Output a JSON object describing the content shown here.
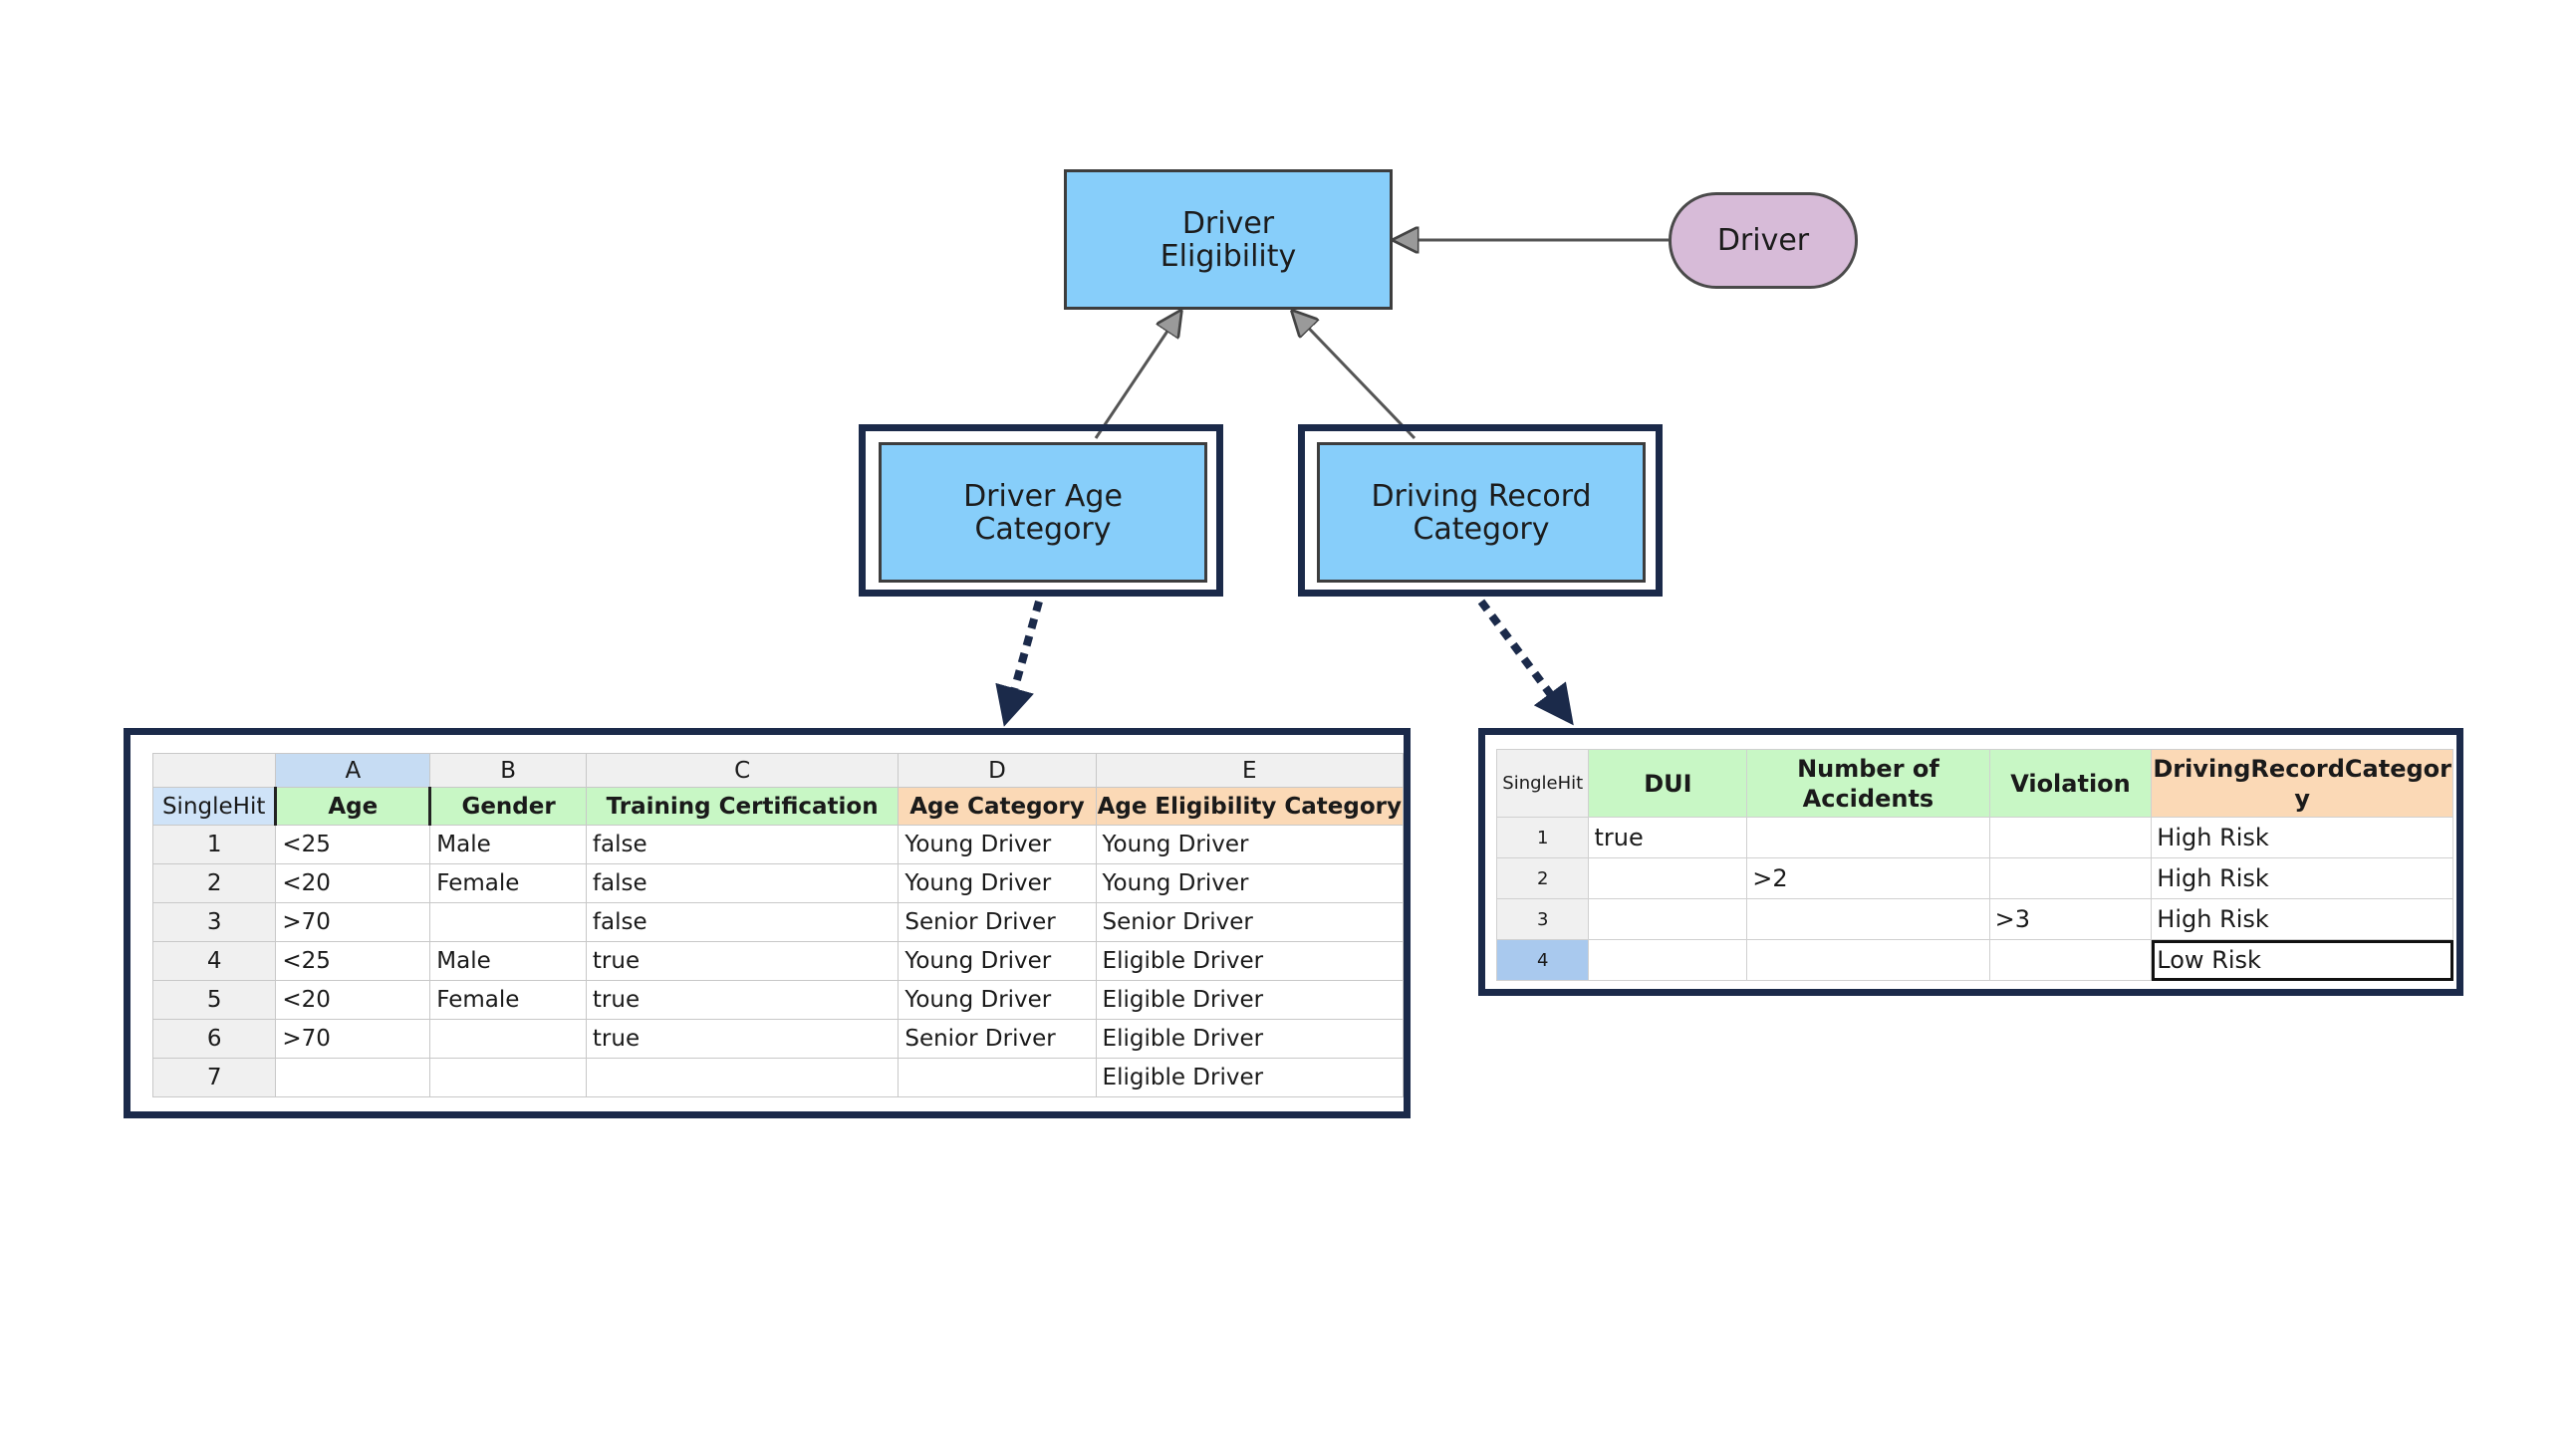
{
  "diagram": {
    "nodes": {
      "driver_eligibility": "Driver\nEligibility",
      "driver": "Driver",
      "driver_age_category": "Driver Age\nCategory",
      "driving_record_category": "Driving Record\nCategory"
    },
    "colors": {
      "decision_fill": "#87cefa",
      "input_fill": "#d7bbd8",
      "frame": "#1b2a4a"
    }
  },
  "age_table": {
    "hit_policy": "SingleHit",
    "column_letters": [
      "A",
      "B",
      "C",
      "D",
      "E"
    ],
    "headers": [
      "Age",
      "Gender",
      "Training Certification",
      "Age Category",
      "Age Eligibility Category"
    ],
    "rows": [
      [
        "1",
        "<25",
        "Male",
        "false",
        "Young Driver",
        "Young Driver"
      ],
      [
        "2",
        "<20",
        "Female",
        "false",
        "Young Driver",
        "Young Driver"
      ],
      [
        "3",
        ">70",
        "",
        "false",
        "Senior Driver",
        "Senior Driver"
      ],
      [
        "4",
        "<25",
        "Male",
        "true",
        "Young Driver",
        "Eligible Driver"
      ],
      [
        "5",
        "<20",
        "Female",
        "true",
        "Young Driver",
        "Eligible Driver"
      ],
      [
        "6",
        ">70",
        "",
        "true",
        "Senior Driver",
        "Eligible Driver"
      ],
      [
        "7",
        "",
        "",
        "",
        "",
        "Eligible Driver"
      ]
    ]
  },
  "record_table": {
    "hit_policy": "SingleHit",
    "headers": [
      "DUI",
      "Number of\nAccidents",
      "Violation",
      "DrivingRecordCategor\ny"
    ],
    "rows": [
      [
        "1",
        "true",
        "",
        "",
        "High Risk"
      ],
      [
        "2",
        "",
        ">2",
        "",
        "High Risk"
      ],
      [
        "3",
        "",
        "",
        ">3",
        "High Risk"
      ],
      [
        "4",
        "",
        "",
        "",
        "Low Risk"
      ]
    ]
  }
}
